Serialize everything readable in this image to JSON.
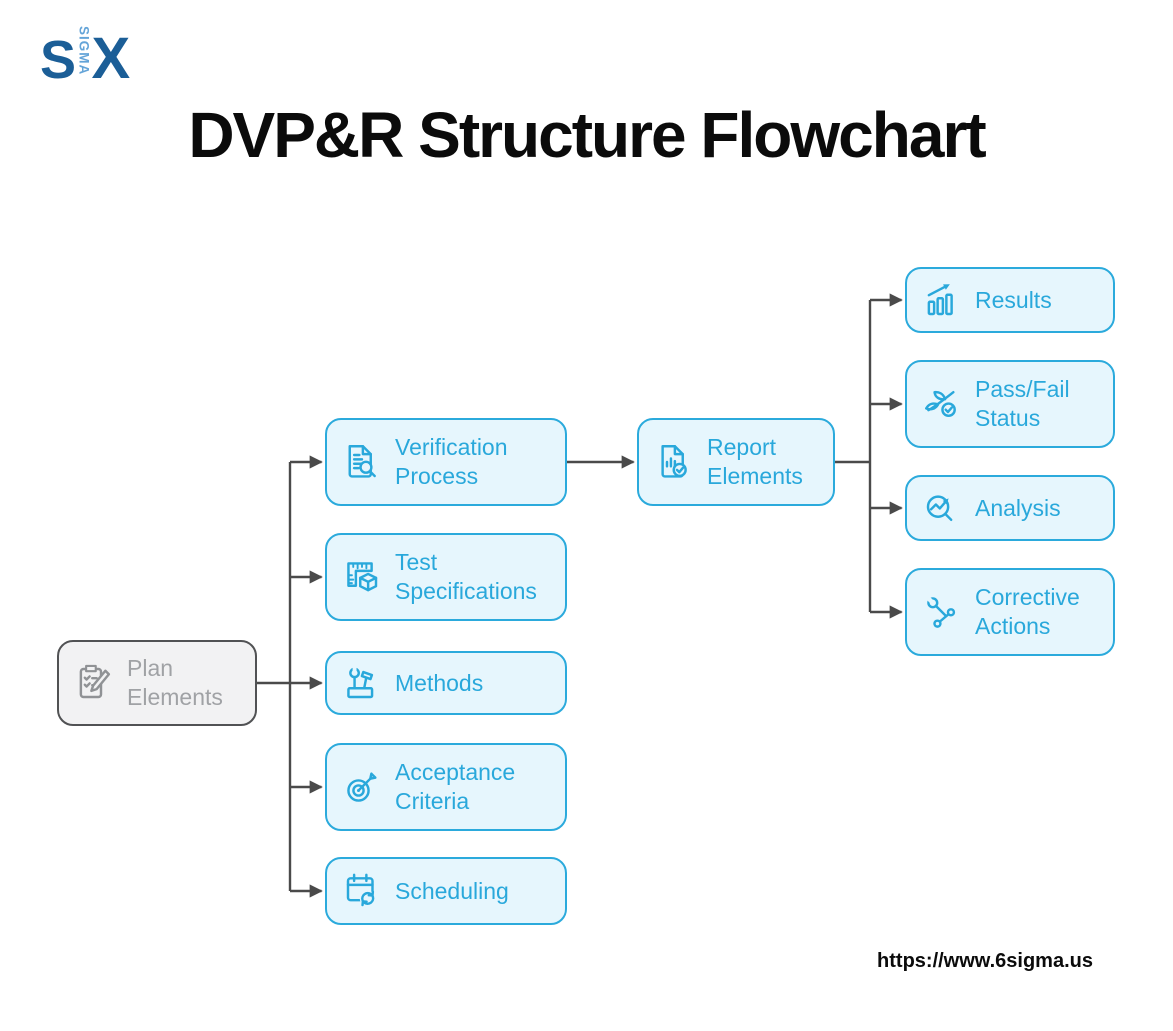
{
  "logo": {
    "s": "S",
    "sigma": "SIGMA",
    "x": "X"
  },
  "title": "DVP&R Structure Flowchart",
  "footer": {
    "url": "https://www.6sigma.us"
  },
  "colors": {
    "accent_border": "#2BAADC",
    "accent_text": "#29A8DB",
    "node_fill": "#E6F6FD",
    "gray_border": "#515254",
    "gray_fill": "#F2F2F3",
    "gray_text": "#A0A2A5",
    "connector_line": "#4A4A4A",
    "logo_dark_blue": "#1B5E97",
    "logo_light_blue": "#64A4D8",
    "title_color": "#0b0b0b"
  },
  "nodes": {
    "plan": {
      "label": "Plan Elements",
      "icon": "clipboard-pencil-icon",
      "style": "gray"
    },
    "verification": {
      "label": "Verification Process",
      "icon": "document-search-icon",
      "style": "blue"
    },
    "test": {
      "label": "Test Specifications",
      "icon": "ruler-cube-icon",
      "style": "blue"
    },
    "methods": {
      "label": "Methods",
      "icon": "tools-icon",
      "style": "blue"
    },
    "acceptance": {
      "label": "Acceptance Criteria",
      "icon": "target-dart-icon",
      "style": "blue"
    },
    "scheduling": {
      "label": "Scheduling",
      "icon": "calendar-refresh-icon",
      "style": "blue"
    },
    "report": {
      "label": "Report Elements",
      "icon": "report-check-icon",
      "style": "blue"
    },
    "results": {
      "label": "Results",
      "icon": "bar-chart-growth-icon",
      "style": "blue"
    },
    "passfail": {
      "label": "Pass/Fail Status",
      "icon": "branch-check-icon",
      "style": "blue"
    },
    "analysis": {
      "label": "Analysis",
      "icon": "magnifier-trend-icon",
      "style": "blue"
    },
    "corrective": {
      "label": "Corrective Actions",
      "icon": "wrenches-icon",
      "style": "blue"
    }
  },
  "edges": [
    {
      "from": "Plan Elements",
      "to": "Verification Process"
    },
    {
      "from": "Plan Elements",
      "to": "Test Specifications"
    },
    {
      "from": "Plan Elements",
      "to": "Methods"
    },
    {
      "from": "Plan Elements",
      "to": "Acceptance Criteria"
    },
    {
      "from": "Plan Elements",
      "to": "Scheduling"
    },
    {
      "from": "Verification Process",
      "to": "Report Elements"
    },
    {
      "from": "Report Elements",
      "to": "Results"
    },
    {
      "from": "Report Elements",
      "to": "Pass/Fail Status"
    },
    {
      "from": "Report Elements",
      "to": "Analysis"
    },
    {
      "from": "Report Elements",
      "to": "Corrective Actions"
    }
  ]
}
